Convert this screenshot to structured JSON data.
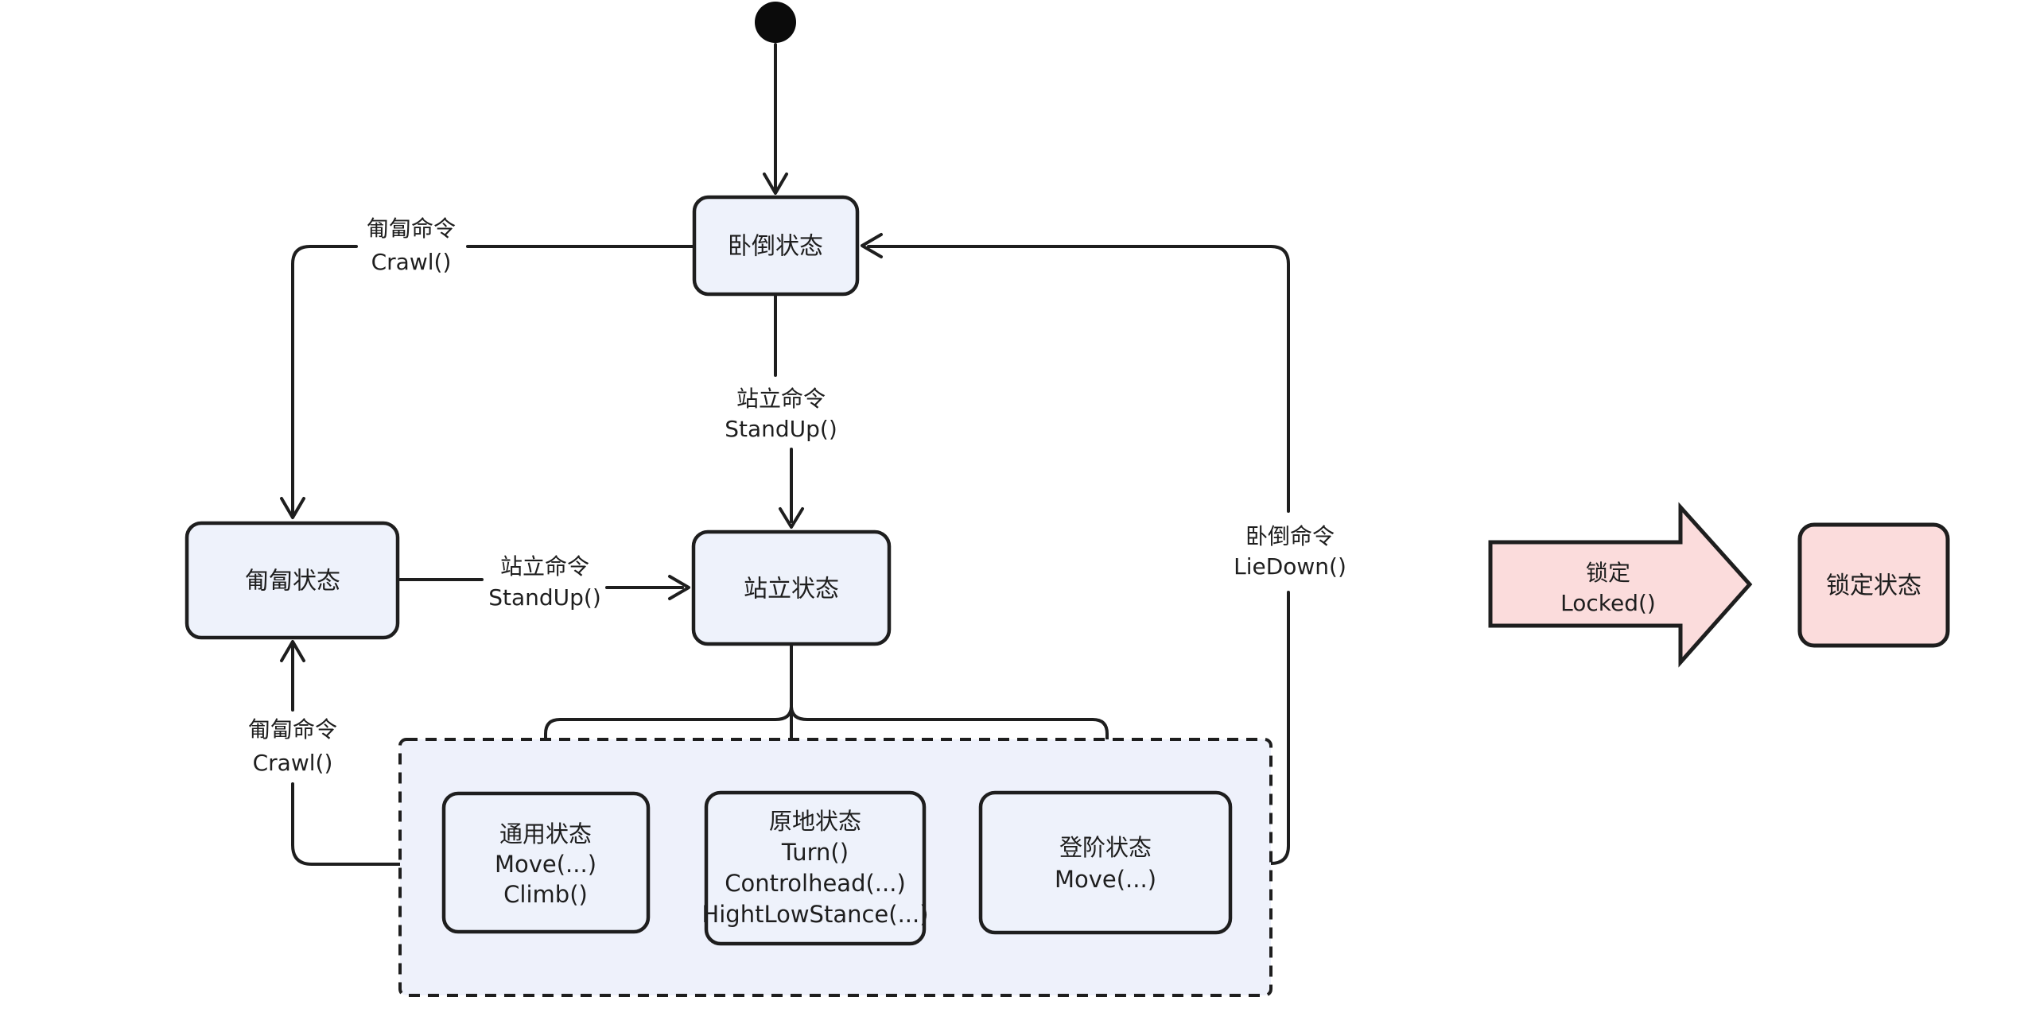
{
  "colors": {
    "background": "#ffffff",
    "stroke": "#1e1e1e",
    "node_fill": "#eef2fb",
    "group_fill": "#eef1fb",
    "locked_fill": "#fbdcdc",
    "text": "#1e1e1e",
    "initial_dot": "#0b0b0b"
  },
  "nodes": {
    "lie_down": {
      "label": "卧倒状态"
    },
    "crawl": {
      "label": "匍匐状态"
    },
    "stand": {
      "label": "站立状态"
    },
    "common": {
      "l1": "通用状态",
      "l2": "Move(...)",
      "l3": "Climb()"
    },
    "in_place": {
      "l1": "原地状态",
      "l2": "Turn()",
      "l3": "Controlhead(...)",
      "l4": "HightLowStance(...)"
    },
    "stairs": {
      "l1": "登阶状态",
      "l2": "Move(...)"
    },
    "locked": {
      "label": "锁定状态"
    },
    "locked_arrow": {
      "l1": "锁定",
      "l2": "Locked()"
    }
  },
  "edges": {
    "crawl_top": {
      "l1": "匍匐命令",
      "l2": "Crawl()"
    },
    "standup_vertical": {
      "l1": "站立命令",
      "l2": "StandUp()"
    },
    "standup_horizontal": {
      "l1": "站立命令",
      "l2": "StandUp()"
    },
    "crawl_bottom": {
      "l1": "匍匐命令",
      "l2": "Crawl()"
    },
    "liedown": {
      "l1": "卧倒命令",
      "l2": "LieDown()"
    }
  }
}
